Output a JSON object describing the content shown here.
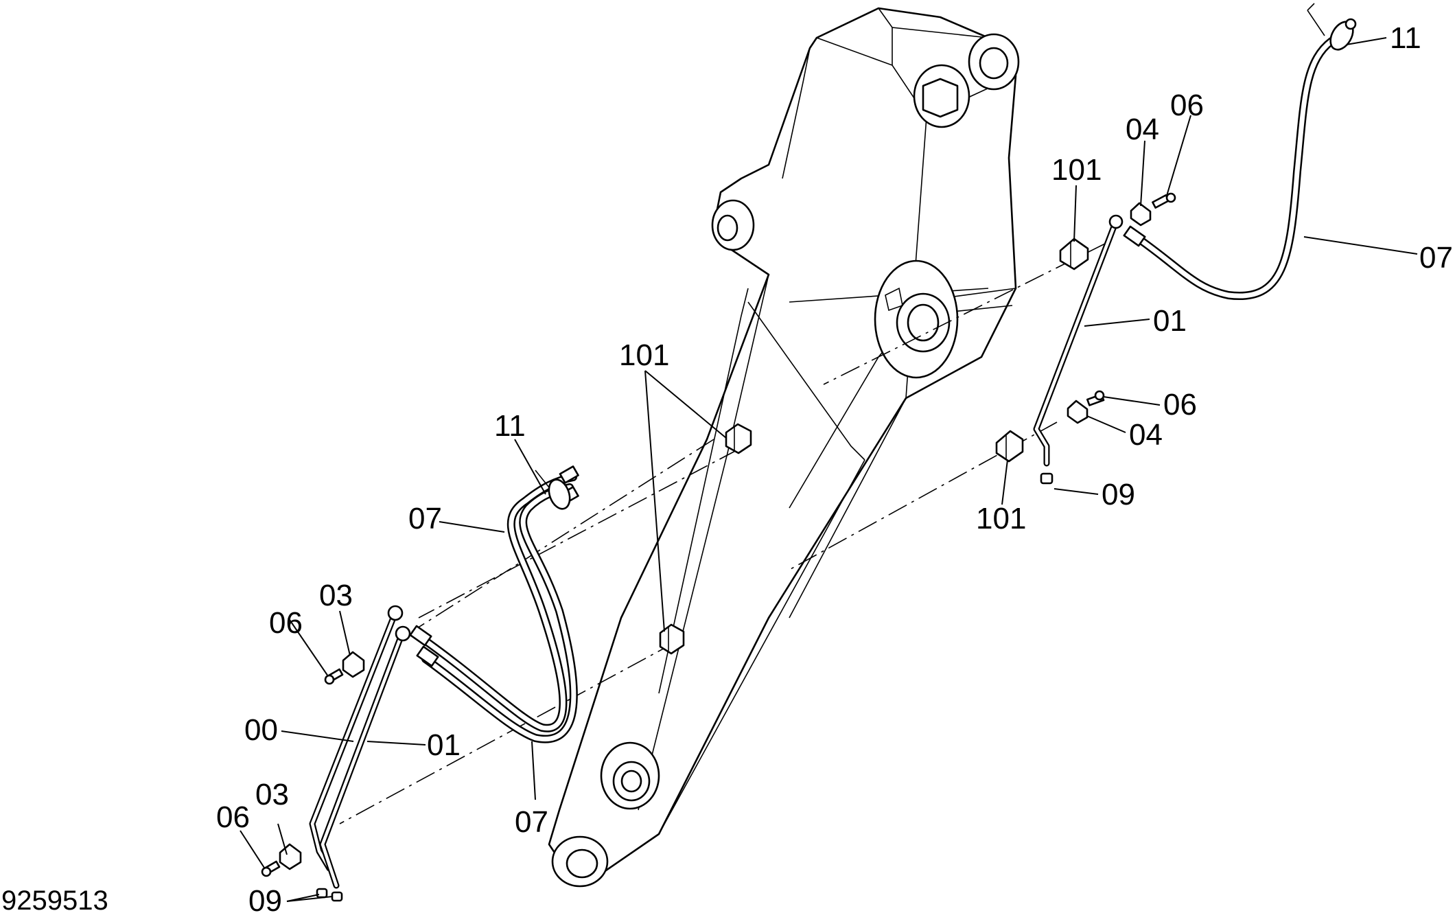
{
  "figure_number": "9259513",
  "labels": {
    "l11_top": "11",
    "l06_top": "06",
    "l04_top": "04",
    "l101_top": "101",
    "l07_right": "07",
    "l01_right": "01",
    "l06_mid": "06",
    "l04_mid": "04",
    "l09_right": "09",
    "l101_right": "101",
    "l101_left": "101",
    "l11_left": "11",
    "l07_left": "07",
    "l03_upper": "03",
    "l06_upper": "06",
    "l00": "00",
    "l01_left": "01",
    "l07_bottom": "07",
    "l06_lower": "06",
    "l03_lower": "03",
    "l09_bottom": "09"
  }
}
